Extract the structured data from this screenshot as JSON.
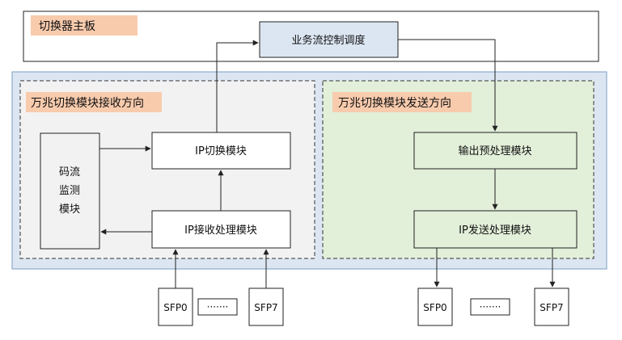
{
  "board": {
    "title": "切换器主板",
    "control": "业务流控制调度"
  },
  "rx": {
    "title": "万兆切换模块接收方向",
    "monitor": [
      "码流",
      "监测",
      "模块"
    ],
    "ip_switch": "IP切换模块",
    "ip_rx": "IP接收处理模块"
  },
  "tx": {
    "title": "万兆切换模块发送方向",
    "preprocess": "输出预处理模块",
    "ip_tx": "IP发送处理模块"
  },
  "ports_rx": {
    "first": "SFP0",
    "dots": "·······",
    "last": "SFP7"
  },
  "ports_tx": {
    "first": "SFP0",
    "dots": "·······",
    "last": "SFP7"
  },
  "colors": {
    "outer_panel": "#dce6f2",
    "rx_panel": "#f2f2f2",
    "tx_panel": "#e2efd9",
    "tag_fill": "#f8cbad",
    "control_fill": "#dce6f2",
    "stroke": "#222222"
  }
}
